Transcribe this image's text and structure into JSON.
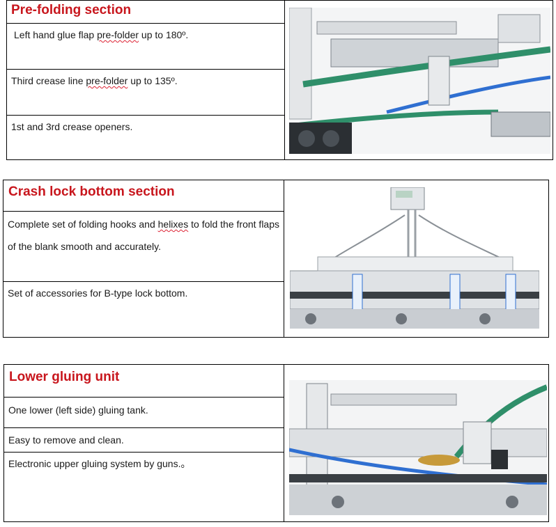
{
  "sections": [
    {
      "title": "Pre-folding section",
      "rows": [
        {
          "text": "Left hand glue flap ",
          "mark": "pre-folder",
          "after": " up to 180º."
        },
        {
          "text": "Third crease line ",
          "mark": "pre-folder",
          "after": " up to 135º."
        },
        {
          "text": "1st and 3rd crease openers.",
          "mark": "",
          "after": ""
        }
      ],
      "image_alt": "pre-folding section machine photo"
    },
    {
      "title": "Crash lock bottom section",
      "rows": [
        {
          "text": "Complete set of folding hooks and ",
          "mark": "helixes",
          "after": " to fold the front flaps of the blank smooth and accurately."
        },
        {
          "text": "Set of accessories for B-type lock bottom.",
          "mark": "",
          "after": ""
        }
      ],
      "image_alt": "crash lock bottom section machine photo"
    },
    {
      "title": "Lower gluing unit",
      "rows": [
        {
          "text": "One lower (left side) gluing tank.",
          "mark": "",
          "after": ""
        },
        {
          "text": "Easy to remove and clean.",
          "mark": "",
          "after": ""
        },
        {
          "text": "Electronic upper gluing system by guns.。",
          "mark": "",
          "after": ""
        }
      ],
      "image_alt": "lower gluing unit machine photo"
    }
  ],
  "colors": {
    "title": "#c8161d",
    "border": "#000000",
    "belt": "#2f8f6a",
    "hose": "#2f6fd1"
  }
}
